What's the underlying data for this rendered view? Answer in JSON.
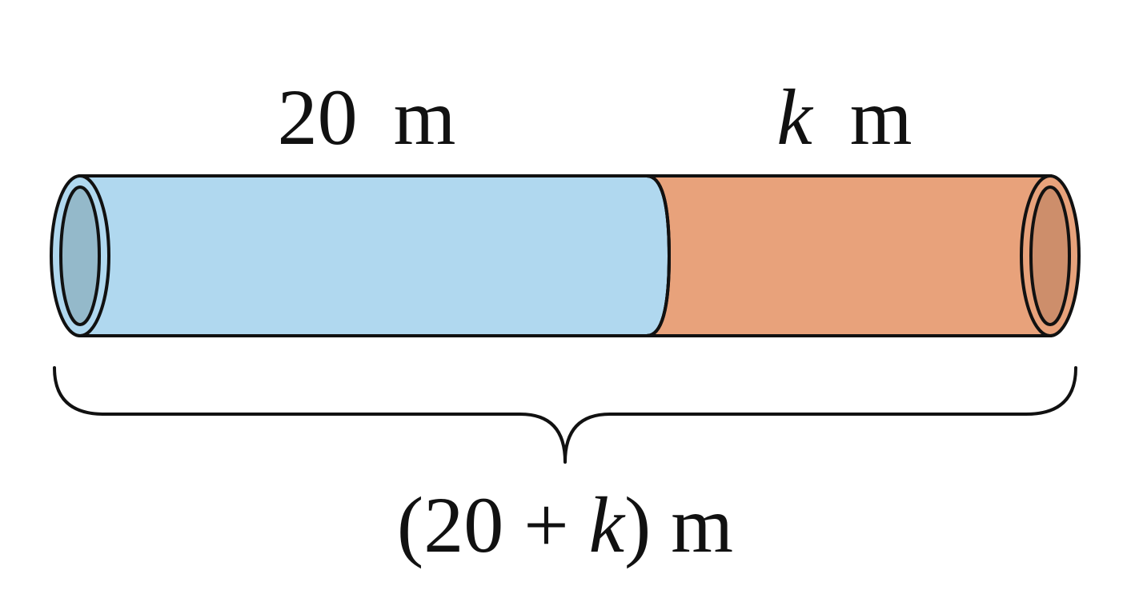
{
  "segments": [
    {
      "id": "left",
      "length_value": "20",
      "unit": "m",
      "fill": "#b0d8ef",
      "end_face_fill": "#94b9ca"
    },
    {
      "id": "right",
      "length_value": "k",
      "unit": "m",
      "fill": "#e8a27b",
      "end_face_fill": "#cd8e6b"
    }
  ],
  "total": {
    "open": "(20 + ",
    "variable": "k",
    "close": ") m"
  },
  "stroke_color": "#111111"
}
